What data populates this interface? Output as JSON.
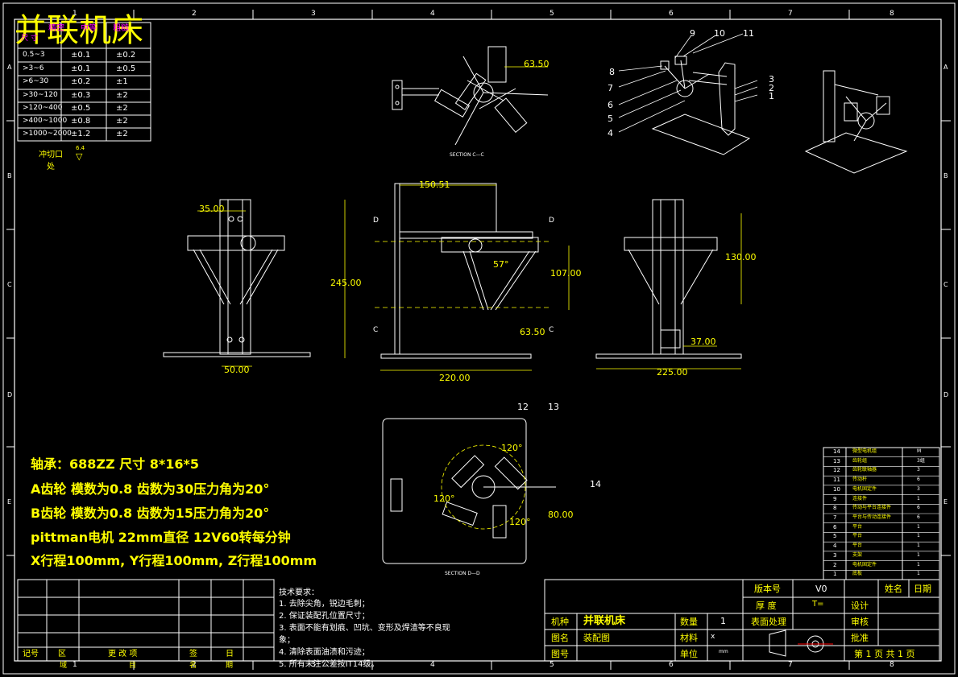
{
  "title": "并联机床",
  "border": {
    "col_numbers": [
      "1",
      "2",
      "3",
      "4",
      "5",
      "6",
      "7",
      "8"
    ],
    "row_letters": [
      "A",
      "B",
      "C",
      "D",
      "E"
    ]
  },
  "tolerance_table": {
    "header": [
      "尺 寸",
      "精密",
      "中等",
      "粗糙"
    ],
    "rows": [
      [
        "0.5~3",
        "±0.1",
        "±0.2"
      ],
      [
        ">3~6",
        "±0.1",
        "±0.5"
      ],
      [
        ">6~30",
        "±0.2",
        "±1"
      ],
      [
        ">30~120",
        "±0.3",
        "±2"
      ],
      [
        ">120~400",
        "±0.5",
        "±2"
      ],
      [
        ">400~1000",
        "±0.8",
        "±2"
      ],
      [
        ">1000~2000",
        "±1.2",
        "±2"
      ]
    ],
    "cut_label": "冲切口",
    "cut_label2": "处",
    "roughness": "6.4"
  },
  "dimensions": {
    "top_view": "63.50",
    "front_left_top": "35.00",
    "front_left_bottom": "50.00",
    "main_top": "150.51",
    "main_height": "245.00",
    "main_mid": "107.00",
    "main_angle": "57°",
    "main_low": "63.50",
    "main_width": "220.00",
    "right_height": "130.00",
    "right_low": "37.00",
    "right_width": "225.00",
    "bottom_angle1": "120°",
    "bottom_angle2": "120°",
    "bottom_angle3": "120°",
    "bottom_right": "80.00"
  },
  "section_labels": {
    "cc": "SECTION C—C",
    "dd": "SECTION D—D",
    "d": "D",
    "c": "C"
  },
  "balloons": [
    "1",
    "2",
    "3",
    "4",
    "5",
    "6",
    "7",
    "8",
    "9",
    "10",
    "11",
    "12",
    "13",
    "14"
  ],
  "notes": [
    "轴承：688ZZ   尺寸 8*16*5",
    "A齿轮 模数为0.8 齿数为30压力角为20°",
    "B齿轮 模数为0.8 齿数为15压力角为20°",
    "pittman电机 22mm直径  12V60转每分钟",
    "X行程100mm, Y行程100mm, Z行程100mm"
  ],
  "tech_requirements": {
    "title": "技术要求：",
    "items": [
      "1. 去除尖角，锐边毛刺；",
      "2. 保证装配孔位置尺寸；",
      "3. 表面不能有划痕、凹坑、变形及焊渣等不良现",
      "象；",
      "4. 清除表面油渍和污迹；",
      "5. 所有未注公差按IT14级。"
    ]
  },
  "revision_block": {
    "labels": [
      "记号",
      "区",
      "更 改 项",
      "签",
      "日"
    ],
    "labels2": [
      "域",
      "目",
      "名",
      "期"
    ]
  },
  "bom": {
    "rows": [
      [
        "14",
        "微型电机组",
        "M"
      ],
      [
        "13",
        "齿轮组",
        "3组"
      ],
      [
        "12",
        "齿轮联轴器",
        "3"
      ],
      [
        "11",
        "传动杆",
        "6"
      ],
      [
        "10",
        "电机固定件",
        "3"
      ],
      [
        "9",
        "连接件",
        "1"
      ],
      [
        "8",
        "传动与平台连接件",
        "6"
      ],
      [
        "7",
        "平台与传动连接件",
        "6"
      ],
      [
        "6",
        "平台",
        "1"
      ],
      [
        "5",
        "平台",
        "1"
      ],
      [
        "4",
        "平台",
        "1"
      ],
      [
        "3",
        "支架",
        "1"
      ],
      [
        "2",
        "电机固定件",
        "1"
      ],
      [
        "1",
        "底板",
        "1"
      ]
    ]
  },
  "title_block": {
    "version_label": "版本号",
    "version": "V0",
    "name_label": "姓名",
    "date_label": "日期",
    "thickness_label": "厚 度",
    "thickness": "T=",
    "design_label": "设计",
    "model_label": "机种",
    "model": "并联机床",
    "qty_label": "数量",
    "qty": "1",
    "surface_label": "表面处理",
    "review_label": "审核",
    "drawing_name_label": "图名",
    "drawing_name": "装配图",
    "material_label": "材料",
    "material": "x",
    "approve_label": "批准",
    "drawing_no_label": "图号",
    "unit_label": "单位",
    "unit": "mm",
    "page": "第 1 页   共 1 页"
  }
}
